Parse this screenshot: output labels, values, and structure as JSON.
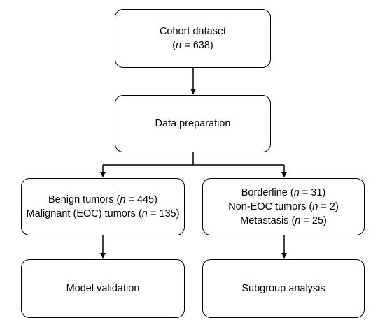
{
  "nodes": {
    "cohort": {
      "title": "Cohort dataset",
      "n_label": "n",
      "n_value": "= 638"
    },
    "prep": {
      "title": "Data preparation"
    },
    "left_group": {
      "line1_pre": "Benign tumors (",
      "line1_n": "n",
      "line1_post": " = 445)",
      "line2_pre": "Malignant (EOC) tumors (",
      "line2_n": "n",
      "line2_post": " = 135)"
    },
    "right_group": {
      "line1_pre": "Borderline (",
      "line1_n": "n",
      "line1_post": " = 31)",
      "line2_pre": "Non-EOC tumors (",
      "line2_n": "n",
      "line2_post": " = 2)",
      "line3_pre": "Metastasis (",
      "line3_n": "n",
      "line3_post": " = 25)"
    },
    "validation": {
      "title": "Model validation"
    },
    "subgroup": {
      "title": "Subgroup analysis"
    }
  },
  "colors": {
    "stroke": "#000000",
    "fill": "#ffffff"
  }
}
